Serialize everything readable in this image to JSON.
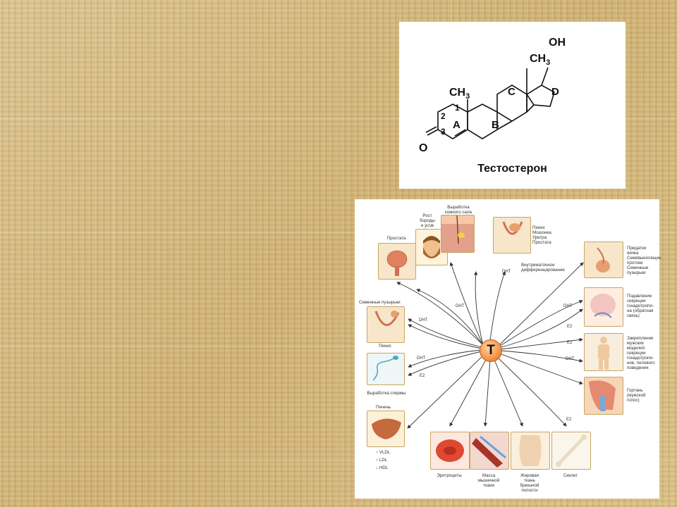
{
  "molecule": {
    "title": "Тестостерон",
    "groups": {
      "oh": "OH",
      "ch3_top": "CH",
      "ch3_top_sub": "3",
      "ch3_left": "CH",
      "ch3_left_sub": "3",
      "oxygen": "O"
    },
    "rings": {
      "a": "A",
      "b": "B",
      "c": "C",
      "d": "D"
    },
    "positions": {
      "p1": "1",
      "p2": "2",
      "p3": "3"
    }
  },
  "diagram": {
    "center": "T",
    "nodes": {
      "rost": "Рост\nбороды\nи усов",
      "vyrabotka_sala": "Выработка\nкожного сала",
      "prostata": "Простата",
      "penis_group": "Пенис\nМошонка\nУретра\nПростата",
      "vnutriutrob": "Внутриматочное\nдифференцирование",
      "pridatki": "Придатки\nяичка\nСемявыносящие протоки\nСеменные\nпузырьки",
      "podavlenie": "Подавление\nсекреции\nгонадотропи-\nна (обратная\nсвязь)",
      "zakreplenie": "Закрепление\nмужских\nмоделей\nсекреции\nгонадотропи-\nнов, полового\nповедения",
      "gortan": "Гортань\n(мужской\nголос)",
      "semennye": "Семенные пузырьки",
      "penis": "Пенис",
      "vyrabotka_spermy": "Выработка спермы",
      "pechen": "Печень",
      "vldl": "↑ VLDL",
      "ldl": "↑ LDL",
      "hdl": "↓ HDL",
      "eritrocity": "Эритроциты",
      "massa": "Масса\nмышечной\nткани",
      "zhirovaya": "Жировая\nткань\nбрюшной\nполости",
      "skelet": "Скелет"
    },
    "edge_labels": {
      "dht_top_left": "DHT",
      "dht_top_center": "DHT",
      "dht_left_1": "DHT",
      "dht_left_2": "DHT",
      "e2_left": "E2",
      "dht_right_1": "DHT",
      "e2_right_1": "E2",
      "e2_right_2": "E2",
      "dht_right_2": "DHT",
      "e2_bottom": "E2"
    }
  },
  "colors": {
    "background": "#d8bd84",
    "node_orange": "#f08a3a",
    "arrow": "#333333"
  }
}
